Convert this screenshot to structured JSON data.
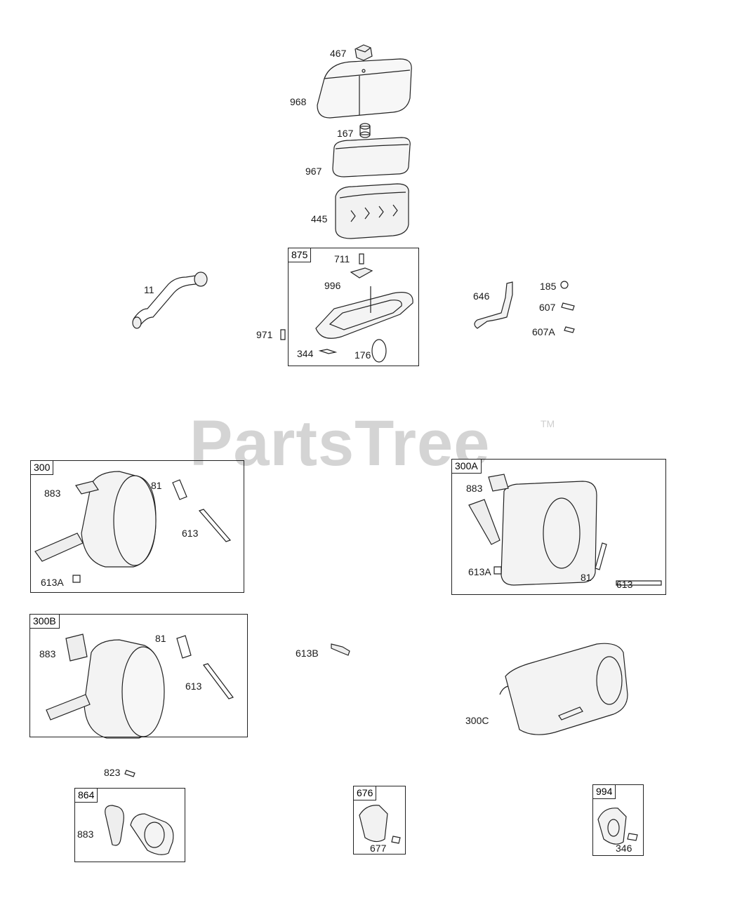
{
  "watermark": {
    "text": "PartsTree",
    "tm": "TM"
  },
  "boxes": {
    "b875": "875",
    "b300": "300",
    "b300A": "300A",
    "b300B": "300B",
    "b864": "864",
    "b676": "676",
    "b994": "994"
  },
  "callouts": {
    "c467": "467",
    "c968": "968",
    "c167": "167",
    "c967": "967",
    "c445": "445",
    "c711": "711",
    "c996": "996",
    "c971": "971",
    "c344": "344",
    "c176": "176",
    "c11": "11",
    "c646": "646",
    "c185": "185",
    "c607": "607",
    "c607A": "607A",
    "c300_883": "883",
    "c300_81": "81",
    "c300_613": "613",
    "c300_613A": "613A",
    "c300A_883": "883",
    "c300A_613A": "613A",
    "c300A_81": "81",
    "c300A_613": "613",
    "c300B_883": "883",
    "c300B_81": "81",
    "c300B_613": "613",
    "c613B": "613B",
    "c300C": "300C",
    "c823": "823",
    "c864_883": "883",
    "c677": "677",
    "c346": "346"
  }
}
